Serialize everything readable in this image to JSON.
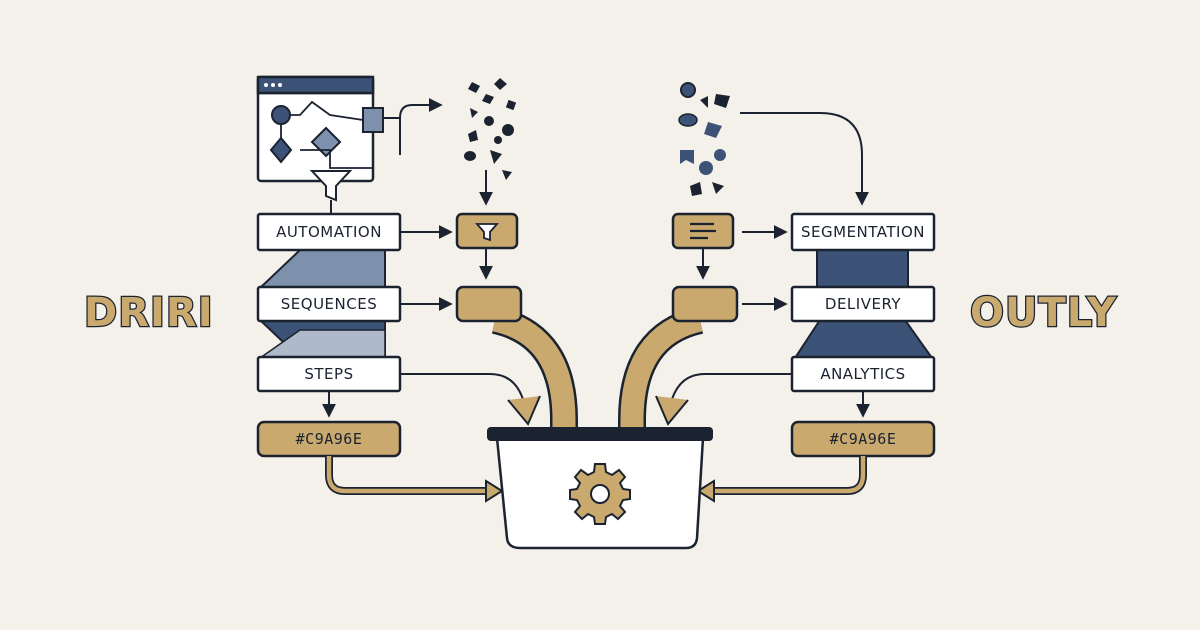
{
  "brands": {
    "left": "DRIRI",
    "right": "OUTLY"
  },
  "left_column": {
    "automation": "AUTOMATION",
    "sequences": "SEQUENCES",
    "steps": "STEPS",
    "color_tag": "#C9A96E"
  },
  "right_column": {
    "segmentation": "SEGMENTATION",
    "delivery": "DELIVERY",
    "analytics": "ANALYTICS",
    "color_tag": "#C9A96E"
  },
  "icons": {
    "workflow_window": "workflow-window-icon",
    "funnel": "funnel-icon",
    "filter_pill": "filter-icon",
    "lines_pill": "text-lines-icon",
    "gear": "gear-icon"
  },
  "colors": {
    "background": "#f4f1ea",
    "accent": "#c9a96e",
    "navy": "#3c5377",
    "ink": "#1b2230",
    "box": "#ffffff"
  }
}
